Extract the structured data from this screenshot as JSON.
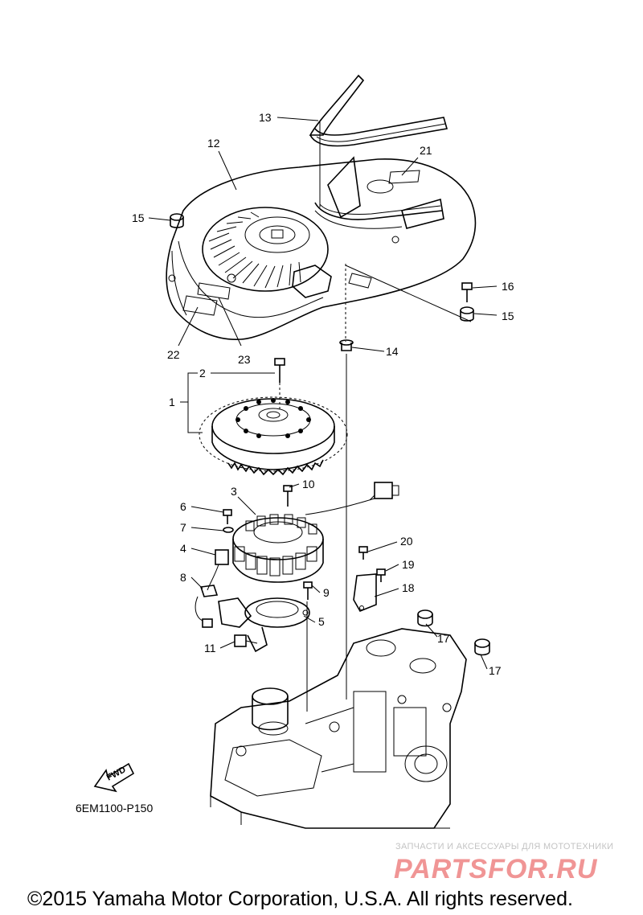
{
  "diagram": {
    "callouts": {
      "p1": "1",
      "p2": "2",
      "p3": "3",
      "p4": "4",
      "p5": "5",
      "p6": "6",
      "p7": "7",
      "p8": "8",
      "p9": "9",
      "p10": "10",
      "p11": "11",
      "p12": "12",
      "p13": "13",
      "p14": "14",
      "p15a": "15",
      "p15b": "15",
      "p16": "16",
      "p17a": "17",
      "p17b": "17",
      "p18": "18",
      "p19": "19",
      "p20": "20",
      "p21": "21",
      "p22": "22",
      "p23": "23"
    },
    "fwd_label": "FWD",
    "diagram_code": "6EM1100-P150"
  },
  "watermark": {
    "tagline": "ЗАПЧАСТИ И АКСЕССУАРЫ ДЛЯ МОТОТЕХНИКИ",
    "logo_text": "PARTSFOR.RU"
  },
  "footer": {
    "copyright": "©2015 Yamaha Motor Corporation, U.S.A. All rights reserved."
  }
}
